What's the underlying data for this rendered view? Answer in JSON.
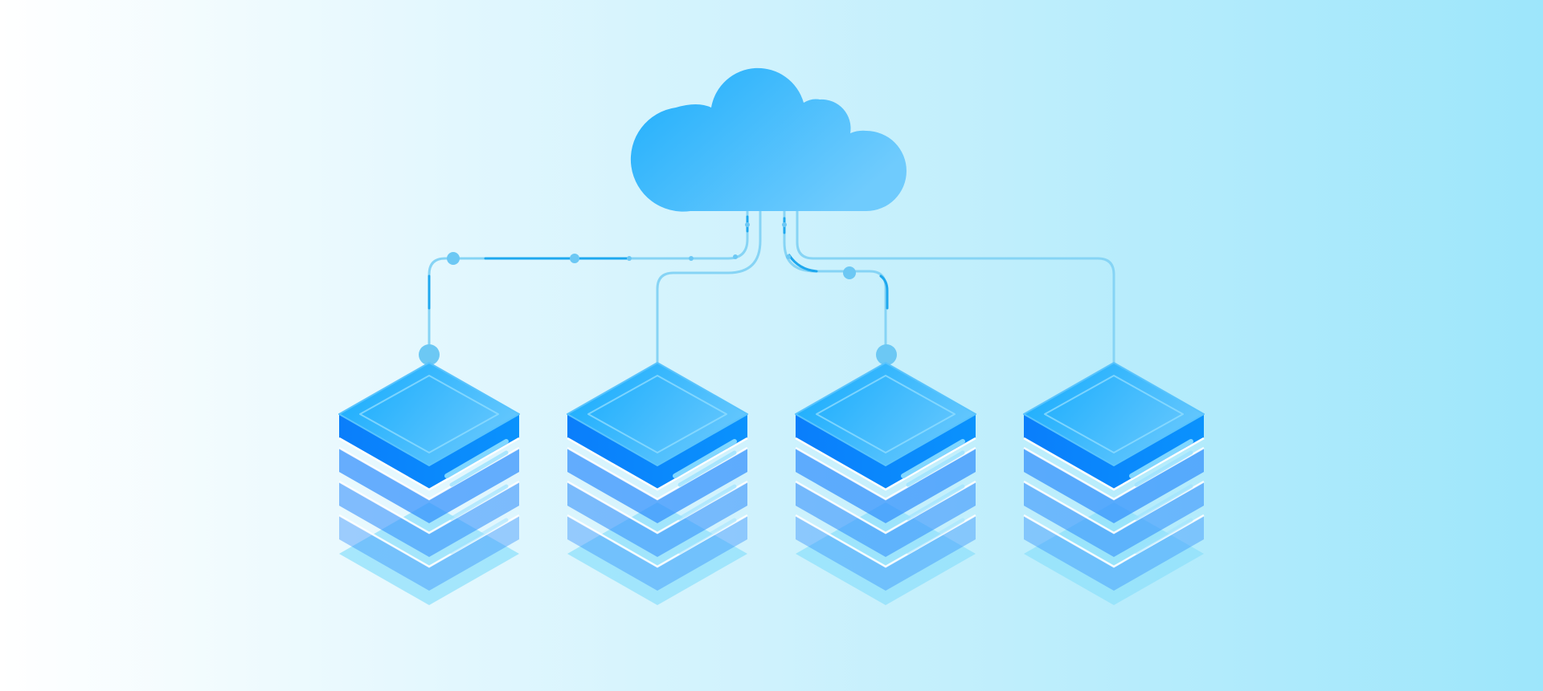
{
  "diagram": {
    "kind": "cloud-to-servers",
    "server_count": 4,
    "stack_layers_per_server": 4
  },
  "nodes": {
    "cloud": {
      "icon": "cloud-icon"
    },
    "servers": [
      {
        "icon": "server-stack-icon"
      },
      {
        "icon": "server-stack-icon"
      },
      {
        "icon": "server-stack-icon"
      },
      {
        "icon": "server-stack-icon"
      }
    ]
  },
  "connections": [
    {
      "from": "cloud",
      "to": "server-1",
      "highlighted": true
    },
    {
      "from": "cloud",
      "to": "server-2",
      "highlighted": false
    },
    {
      "from": "cloud",
      "to": "server-3",
      "highlighted": true
    },
    {
      "from": "cloud",
      "to": "server-4",
      "highlighted": false
    }
  ],
  "colors": {
    "background_left": "#ffffff",
    "background_right": "#9de6fb",
    "cloud_start": "#1eaefc",
    "cloud_end": "#6fcbfd",
    "server_top_start": "#14abfd",
    "server_top_end": "#62c6fd",
    "server_side": "#0a84fe",
    "line_light": "#7fd2f5",
    "line_dark": "#1ea8ee",
    "node_dot": "#6cc8f4"
  }
}
